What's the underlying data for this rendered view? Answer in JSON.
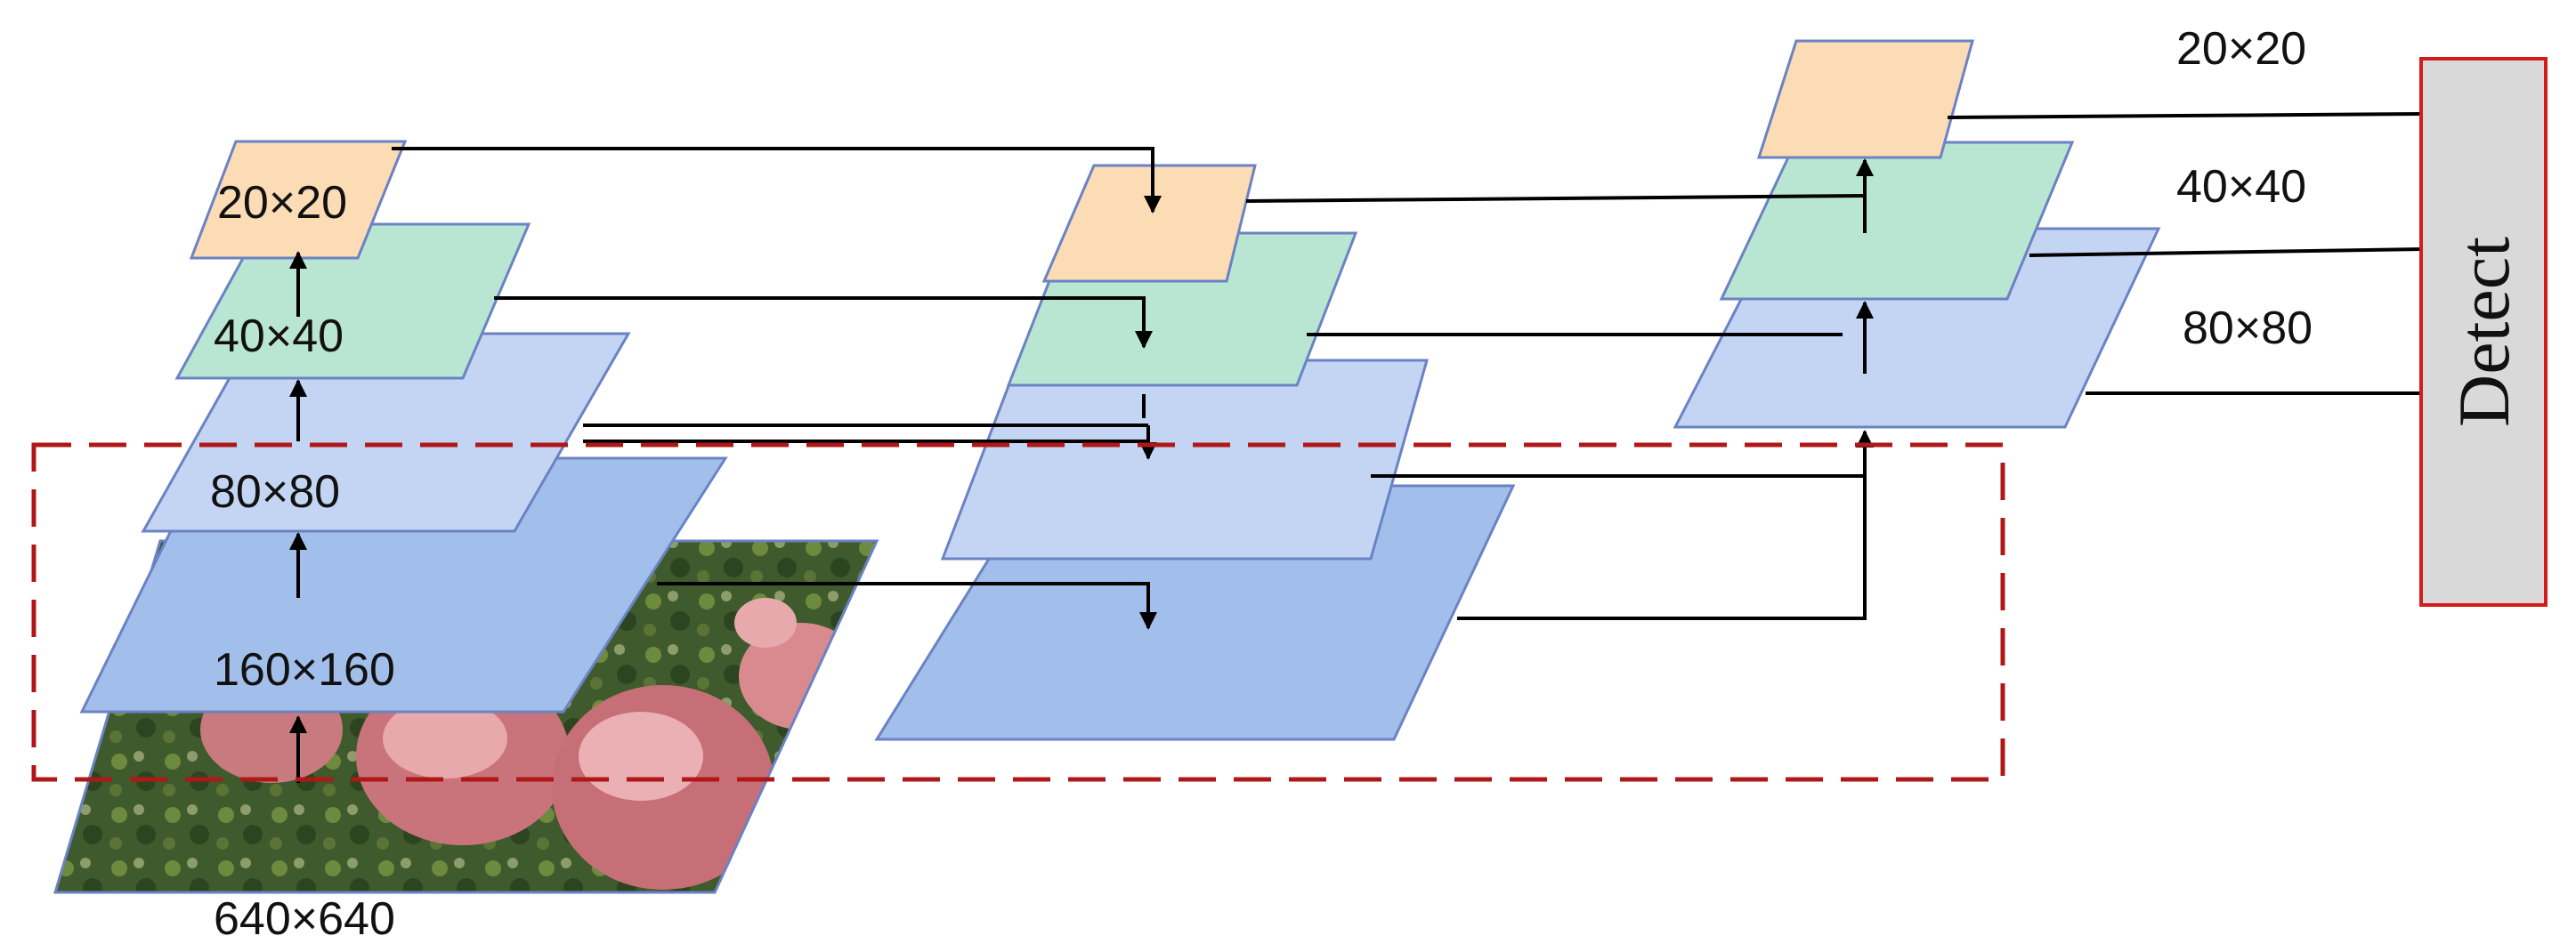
{
  "colors": {
    "p5": "#fbdcb4",
    "p4": "#b9e6d3",
    "p3": "#c4d5f3",
    "p2": "#a2bfec",
    "edge": "#6b82c4",
    "box": "#b01818",
    "detect_fill": "#d9d9d9",
    "detect_border": "#d41c1c",
    "arrow": "#000000"
  },
  "backbone": {
    "input_label": "640×640",
    "p2_label": "160×160",
    "p3_label": "80×80",
    "p4_label": "40×40",
    "p5_label": "20×20"
  },
  "head": {
    "p5_label": "20×20",
    "p4_label": "40×40",
    "p3_label": "80×80"
  },
  "detect": {
    "label": "Detect"
  }
}
